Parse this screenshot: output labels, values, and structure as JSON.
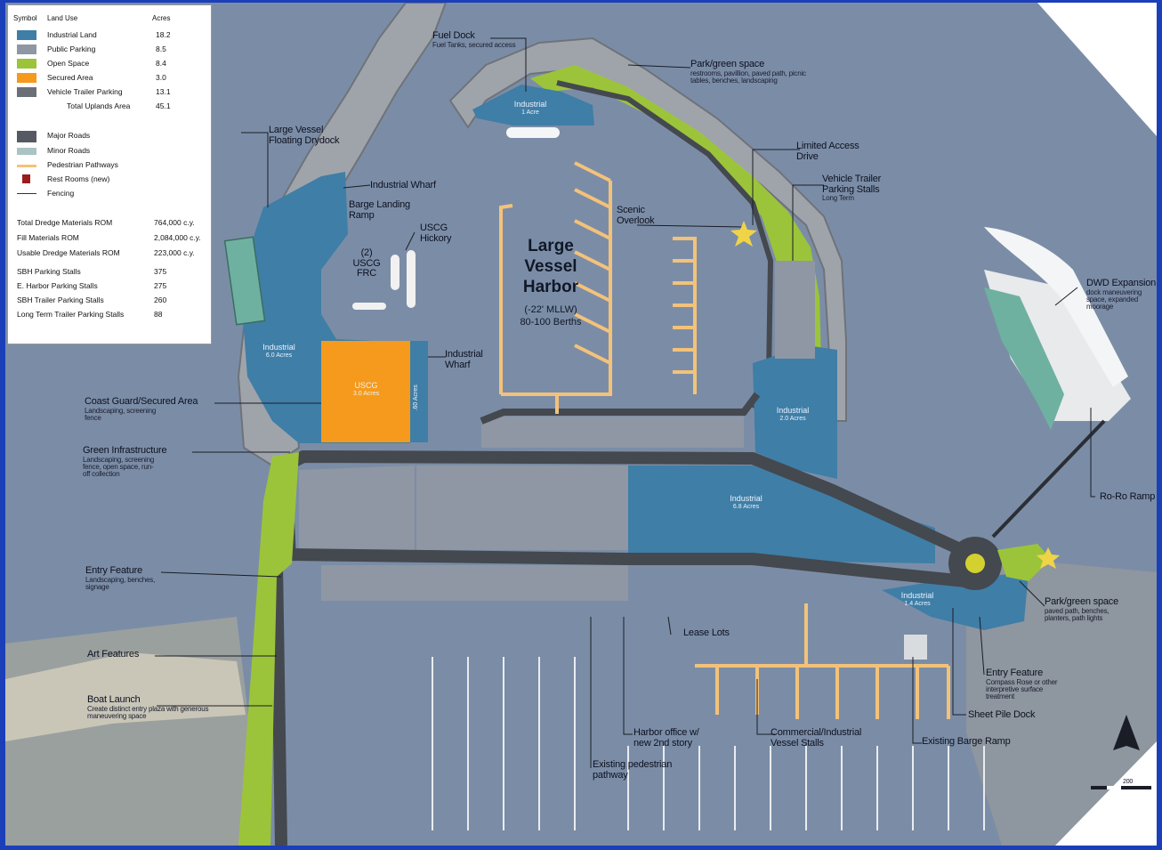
{
  "legend": {
    "header": {
      "symbol": "Symbol",
      "land_use": "Land Use",
      "acres": "Acres"
    },
    "land_uses": [
      {
        "name": "Industrial Land",
        "acres": "18.2",
        "color": "#3f7ea6"
      },
      {
        "name": "Public Parking",
        "acres": "8.5",
        "color": "#8e97a3"
      },
      {
        "name": "Open Space",
        "acres": "8.4",
        "color": "#9cc43a"
      },
      {
        "name": "Secured Area",
        "acres": "3.0",
        "color": "#f59a1c"
      },
      {
        "name": "Vehicle Trailer Parking",
        "acres": "13.1",
        "color": "#6b6f77"
      }
    ],
    "total": {
      "name": "Total Uplands Area",
      "acres": "45.1"
    },
    "roads": [
      {
        "name": "Major Roads",
        "color": "#555a62"
      },
      {
        "name": "Minor Roads",
        "color": "#a9c4c2"
      },
      {
        "name": "Pedestrian Pathways",
        "color": "#f3c27a"
      },
      {
        "name": "Rest Rooms (new)",
        "color": "#9a1c1c"
      },
      {
        "name": "Fencing",
        "color": "#333333"
      }
    ],
    "stats": [
      {
        "name": "Total Dredge Materials ROM",
        "value": "764,000 c.y."
      },
      {
        "name": "Fill Materials ROM",
        "value": "2,084,000 c.y."
      },
      {
        "name": "Usable Dredge Materials ROM",
        "value": "223,000 c.y."
      },
      {
        "name": "SBH Parking Stalls",
        "value": "375"
      },
      {
        "name": "E. Harbor Parking Stalls",
        "value": "275"
      },
      {
        "name": "SBH Trailer Parking Stalls",
        "value": "260"
      },
      {
        "name": "Long Term Trailer Parking Stalls",
        "value": "88"
      }
    ]
  },
  "harbor": {
    "title_lines": [
      "Large",
      "Vessel",
      "Harbor"
    ],
    "depth": "(-22' MLLW)",
    "berths": "80-100 Berths"
  },
  "labels": {
    "fuel_dock": {
      "title": "Fuel Dock",
      "sub": "Fuel Tanks, secured access"
    },
    "park_top": {
      "title": "Park/green space",
      "sub": "restrooms, pavillion, paved path, picnic tables, benches, landscaping"
    },
    "large_vessel_drydock": {
      "title": "Large Vessel Floating Drydock"
    },
    "industrial_wharf_top": {
      "title": "Industrial Wharf"
    },
    "barge_landing": {
      "title": "Barge Landing Ramp"
    },
    "uscg_hickory": {
      "title": "USCG Hickory"
    },
    "uscg_frc": {
      "title": "(2) USCG FRC"
    },
    "limited_access": {
      "title": "Limited Access Drive"
    },
    "vehicle_trailer": {
      "title": "Vehicle Trailer Parking Stalls",
      "sub": "Long Term"
    },
    "scenic_overlook": {
      "title": "Scenic Overlook"
    },
    "dwd_expansion": {
      "title": "DWD Expansion",
      "sub": "dock maneuvering space, expanded moorage"
    },
    "industrial_wharf_mid": {
      "title": "Industrial Wharf"
    },
    "coast_guard": {
      "title": "Coast Guard/Secured Area",
      "sub": "Landscaping, screening fence"
    },
    "green_infra": {
      "title": "Green Infrastructure",
      "sub": "Landscaping, screening fence, open space, run-off collection"
    },
    "roro_ramp": {
      "title": "Ro-Ro Ramp"
    },
    "entry_left": {
      "title": "Entry Feature",
      "sub": "Landscaping, benches, signage"
    },
    "park_right": {
      "title": "Park/green space",
      "sub": "paved path, benches, planters, path lights"
    },
    "lease_lots": {
      "title": "Lease Lots"
    },
    "art_features": {
      "title": "Art Features"
    },
    "entry_right": {
      "title": "Entry Feature",
      "sub": "Compass Rose or other interpretive surface treatment"
    },
    "boat_launch": {
      "title": "Boat Launch",
      "sub": "Create distinct entry plaza with generous maneuvering space"
    },
    "sheet_pile": {
      "title": "Sheet Pile Dock"
    },
    "harbor_office": {
      "title": "Harbor office w/ new 2nd story"
    },
    "commercial_stalls": {
      "title": "Commercial/Industrial Vessel Stalls"
    },
    "existing_barge": {
      "title": "Existing Barge Ramp"
    },
    "existing_ped": {
      "title": "Existing pedestrian pathway"
    }
  },
  "areas": {
    "industrial_fuel": {
      "name": "Industrial",
      "acres": "1 Acre"
    },
    "industrial_west": {
      "name": "Industrial",
      "acres": "6.0 Acres"
    },
    "uscg": {
      "name": "USCG",
      "acres": "3.0 Acres"
    },
    "industrial_strip": {
      "name": ".60 Acres"
    },
    "industrial_east": {
      "name": "Industrial",
      "acres": "2.0 Acres"
    },
    "industrial_center": {
      "name": "Industrial",
      "acres": "6.8 Acres"
    },
    "industrial_se": {
      "name": "Industrial",
      "acres": "1.4 Acres"
    }
  },
  "scale_bar": {
    "label": "200"
  },
  "colors": {
    "water": "#7b8da6",
    "breakwater": "#9fa4ab",
    "industrial": "#3f7ea6",
    "green": "#9cc43a",
    "secured": "#f59a1c",
    "parking": "#8e97a3",
    "road": "#44484f",
    "path": "#f3c27a"
  }
}
